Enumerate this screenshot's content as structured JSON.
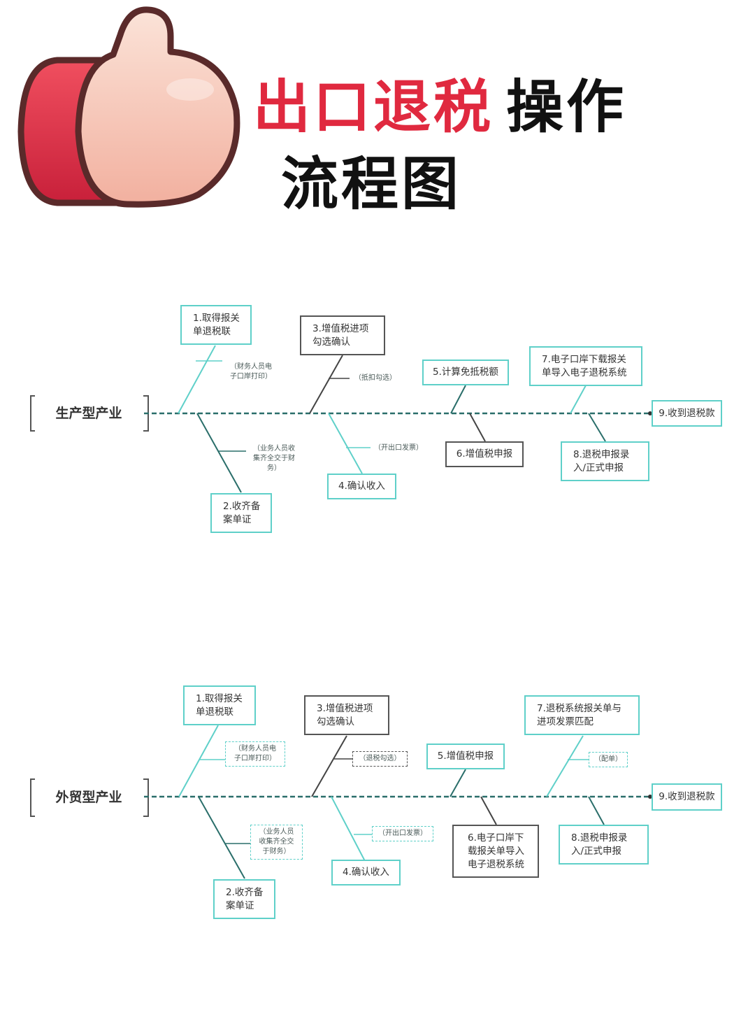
{
  "header": {
    "title_red": "出口退税",
    "title_black": "操作",
    "title_line2": "流程图"
  },
  "colors": {
    "title_red": "#e0293f",
    "teal": "#5fd0c9",
    "dark": "#555555",
    "thumb_pink": "#f7c7b4",
    "thumb_red": "#e8455a"
  },
  "icons": [
    "thumbs-up-icon"
  ],
  "diagrams": [
    {
      "industry": "生产型产业",
      "steps": {
        "s1": "1.取得报关\n单退税联",
        "s2": "2.收齐备\n案单证",
        "s3": "3.增值税进项\n勾选确认",
        "s4": "4.确认收入",
        "s5": "5.计算免抵税额",
        "s6": "6.增值税申报",
        "s7": "7.电子口岸下载报关\n单导入电子退税系统",
        "s8": "8.退税申报录\n入/正式申报",
        "s9": "9.收到退税款"
      },
      "notes": {
        "n1": "（财务人员电\n子口岸打印）",
        "n2": "（业务人员收\n集齐全交于财\n务）",
        "n3": "（抵扣勾选）",
        "n4": "（开出口发票）"
      }
    },
    {
      "industry": "外贸型产业",
      "steps": {
        "s1": "1.取得报关\n单退税联",
        "s2": "2.收齐备\n案单证",
        "s3": "3.增值税进项\n勾选确认",
        "s4": "4.确认收入",
        "s5": "5.增值税申报",
        "s6": "6.电子口岸下\n载报关单导入\n电子退税系统",
        "s7": "7.退税系统报关单与\n进项发票匹配",
        "s8": "8.退税申报录\n入/正式申报",
        "s9": "9.收到退税款"
      },
      "notes": {
        "n1": "（财务人员电\n子口岸打印）",
        "n2": "（业务人员\n收集齐全交\n于财务）",
        "n3": "（退税勾选）",
        "n4": "（开出口发票）",
        "n7": "（配单）"
      }
    }
  ]
}
